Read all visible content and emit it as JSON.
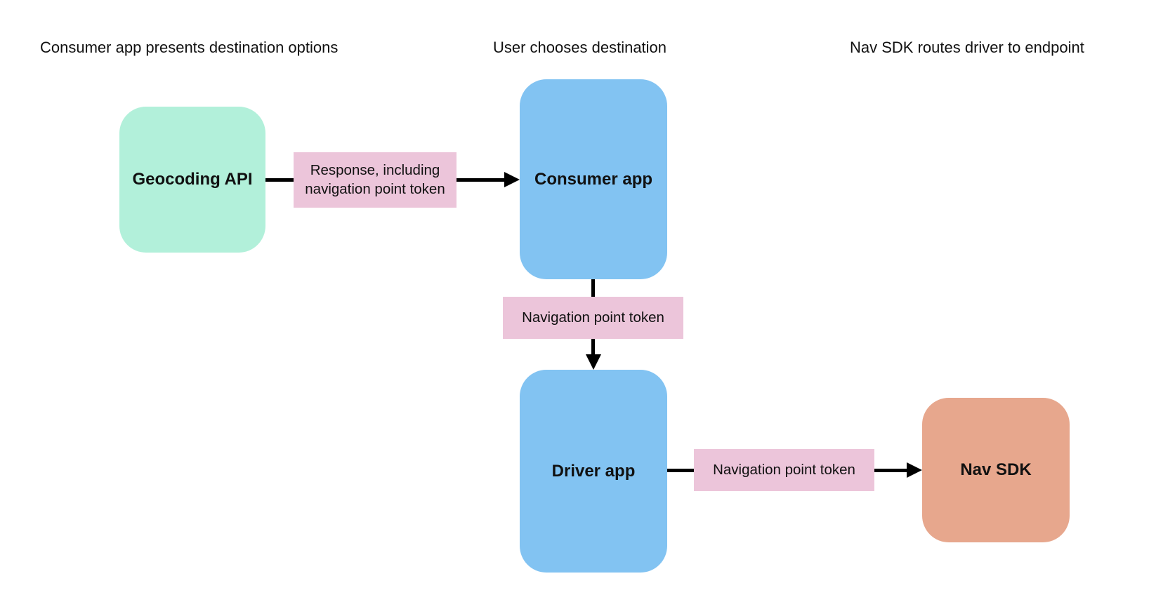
{
  "diagram": {
    "type": "flow-diagram",
    "background_color": "#ffffff",
    "text_color": "#111111",
    "connector_color": "#000000",
    "headings": [
      {
        "text": "Consumer app presents destination options"
      },
      {
        "text": "User chooses destination"
      },
      {
        "text": "Nav SDK routes driver to endpoint"
      }
    ],
    "nodes": {
      "geocoding_api": {
        "label": "Geocoding API",
        "color": "#B2F0DA"
      },
      "consumer_app": {
        "label": "Consumer app",
        "color": "#82C3F2"
      },
      "driver_app": {
        "label": "Driver app",
        "color": "#82C3F2"
      },
      "nav_sdk": {
        "label": "Nav SDK",
        "color": "#E7A78D"
      }
    },
    "edge_labels": {
      "response_token": {
        "text": "Response, including navigation point token",
        "color": "#ECC5DA"
      },
      "token_to_driver": {
        "text": "Navigation point token",
        "color": "#ECC5DA"
      },
      "token_to_sdk": {
        "text": "Navigation point token",
        "color": "#ECC5DA"
      }
    },
    "edges": [
      {
        "from": "geocoding_api",
        "to": "consumer_app",
        "label": "response_token"
      },
      {
        "from": "consumer_app",
        "to": "driver_app",
        "label": "token_to_driver"
      },
      {
        "from": "driver_app",
        "to": "nav_sdk",
        "label": "token_to_sdk"
      }
    ]
  }
}
